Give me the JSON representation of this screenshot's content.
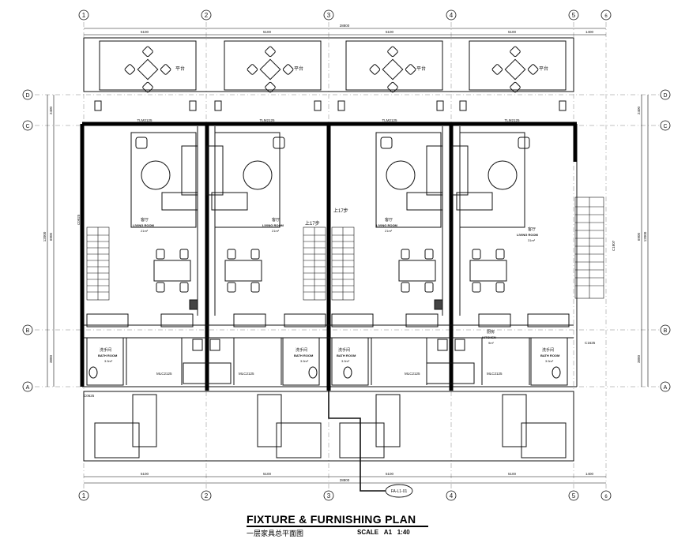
{
  "grid": {
    "columns": [
      "1",
      "2",
      "3",
      "4",
      "5",
      "6"
    ],
    "rows": [
      "D",
      "C",
      "B",
      "A"
    ]
  },
  "dimensions": {
    "bay": "5100",
    "overall": "28800",
    "end_bay": "1400",
    "side_main": "12000",
    "side_mid": "6900",
    "side_small": "3800",
    "side_top": "2400"
  },
  "rooms": {
    "living_cn": "客厅",
    "living_en": "LIVING ROOM",
    "living_area_a": "21m²",
    "living_area_b": "31m²",
    "bath_cn": "洗手间",
    "bath_en": "BATH ROOM",
    "bath_area": "3.5m²",
    "kitchen_cn": "厨房",
    "kitchen_en": "KITCHEN",
    "kitchen_area": "9m²",
    "terrace": "平台",
    "stair_up": "上17步"
  },
  "openings": {
    "top_window": "TLM2125",
    "bottom_door": "MLC2125",
    "side_window_left": "C0925",
    "side_window_right": "C1807",
    "small_window": "C1625",
    "bottom_window": "C0625"
  },
  "callout": "FA-L1-01",
  "title": {
    "main": "FIXTURE & FURNISHING PLAN",
    "sub": "一层家具总平面图",
    "scale_label": "SCALE",
    "sheet": "A1",
    "ratio": "1:40"
  },
  "colors": {
    "line": "#111111",
    "wall": "#000000",
    "background": "#ffffff"
  }
}
